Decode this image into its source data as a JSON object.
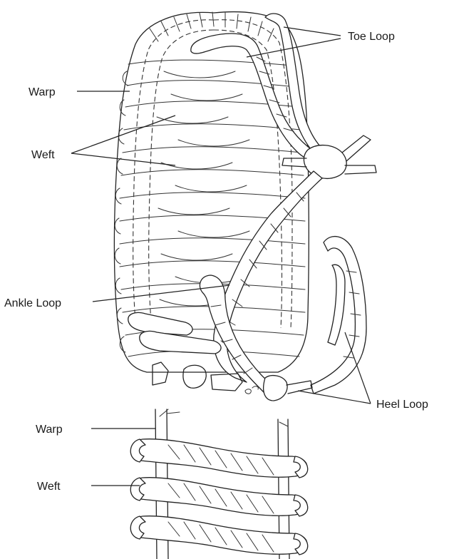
{
  "labels": {
    "toe_loop": "Toe Loop",
    "warp_top": "Warp",
    "weft_top": "Weft",
    "ankle_loop": "Ankle Loop",
    "heel_loop": "Heel Loop",
    "warp_detail": "Warp",
    "weft_detail": "Weft"
  }
}
